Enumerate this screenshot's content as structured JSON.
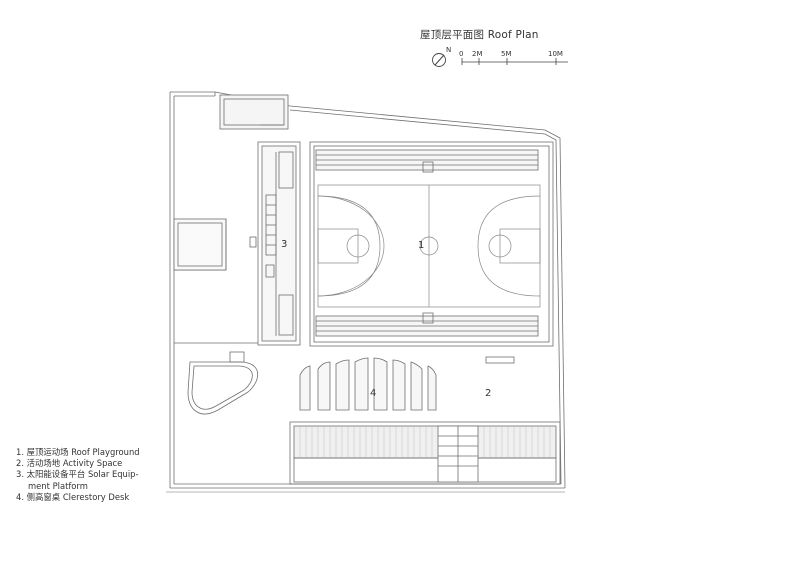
{
  "title": "屋顶层平面图  Roof Plan",
  "north_label": "N",
  "scale": {
    "labels": [
      "0",
      "2M",
      "5M",
      "10M"
    ],
    "values_m": [
      0,
      2,
      5,
      10
    ]
  },
  "zone_labels": [
    "1",
    "2",
    "3",
    "4"
  ],
  "legend": [
    {
      "line1": "1. 屋顶运动场  Roof Playground"
    },
    {
      "line1": "2. 活动场地  Activity Space"
    },
    {
      "line1": "3. 太阳能设备平台  Solar Equip-",
      "line2": "ment Platform"
    },
    {
      "line1": "4. 侧高窗桌  Clerestory Desk"
    }
  ],
  "colors": {
    "line": "#6f6f6f",
    "ink": "#333333",
    "fill_light": "#f2f2f2"
  },
  "icons": {
    "north": "north-arrow-icon"
  }
}
